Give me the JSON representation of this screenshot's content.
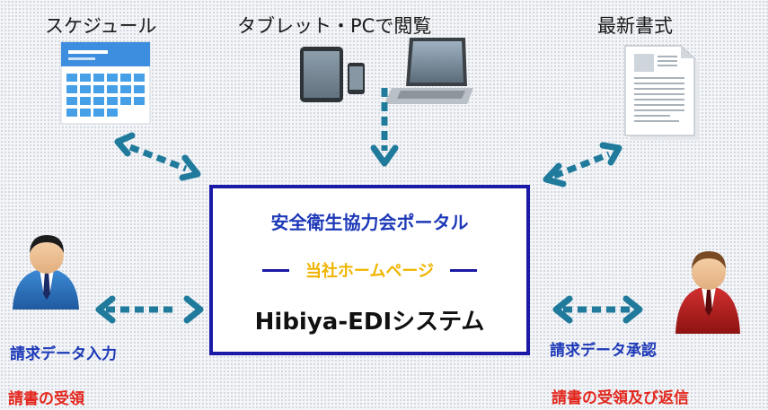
{
  "features": {
    "schedule": "スケジュール",
    "tablet_pc": "タブレット・PCで閲覧",
    "latest_forms": "最新書式"
  },
  "portal": {
    "title": "安全衛生協力会ポータル",
    "home_page": "当社ホームページ",
    "system_name": "Hibiya-EDIシステム"
  },
  "left_user": {
    "action": "請求データ入力",
    "receipt": "請書の受領"
  },
  "right_user": {
    "action": "請求データ承認",
    "receipt": "請書の受領及び返信"
  },
  "colors": {
    "arrow": "#1f7a9c",
    "box_border": "#1a1aa6",
    "title_blue": "#1d39b8",
    "home_gold": "#f0b400",
    "red_text": "#e3261c"
  }
}
